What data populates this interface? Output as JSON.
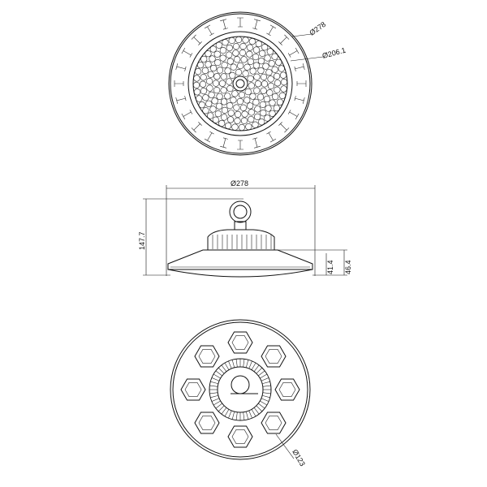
{
  "top_view": {
    "outer_diameter_label": "Ø278",
    "inner_diameter_label": "Ø206.1"
  },
  "side_view": {
    "width_label": "Ø278",
    "height_label": "147.7",
    "base_height_label": "41.4",
    "lower_height_label": "46.4"
  },
  "bottom_view": {
    "diameter_label": "Ø123"
  }
}
